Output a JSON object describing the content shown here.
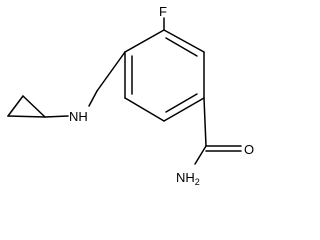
{
  "molecule": {
    "atoms": {
      "fluorine": "F",
      "amine": "NH",
      "carbonyl_oxygen": "O",
      "amide_nitrogen": "NH",
      "amide_hydrogen_count": "2"
    },
    "colors": {
      "bond": "#000000",
      "label": "#000000",
      "background": "#ffffff"
    }
  }
}
